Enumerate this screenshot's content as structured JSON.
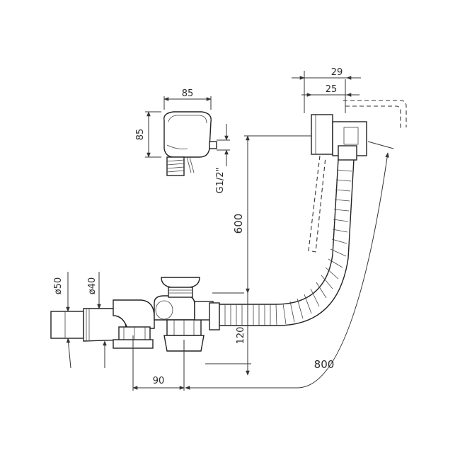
{
  "dimensions": {
    "overflow_width": "85",
    "overflow_height": "85",
    "thread": "G1/2\"",
    "top_29": "29",
    "top_25": "25",
    "height_600": "600",
    "diameter_50": "ø50",
    "diameter_40": "ø40",
    "height_120": "120",
    "length_800": "800",
    "width_90": "90"
  },
  "colors": {
    "line": "#333333",
    "background": "#ffffff"
  }
}
